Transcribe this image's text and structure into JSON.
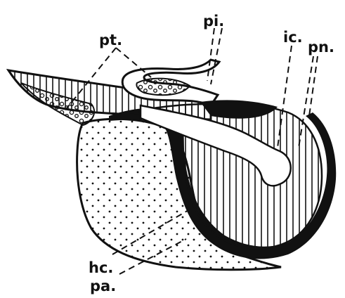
{
  "figure": {
    "labels": {
      "pt": "pt.",
      "pi": "pi.",
      "ic": "ic.",
      "pn": "pn.",
      "hc": "hc.",
      "pa": "pa."
    },
    "colors": {
      "ink": "#111111",
      "paper": "#ffffff"
    }
  }
}
